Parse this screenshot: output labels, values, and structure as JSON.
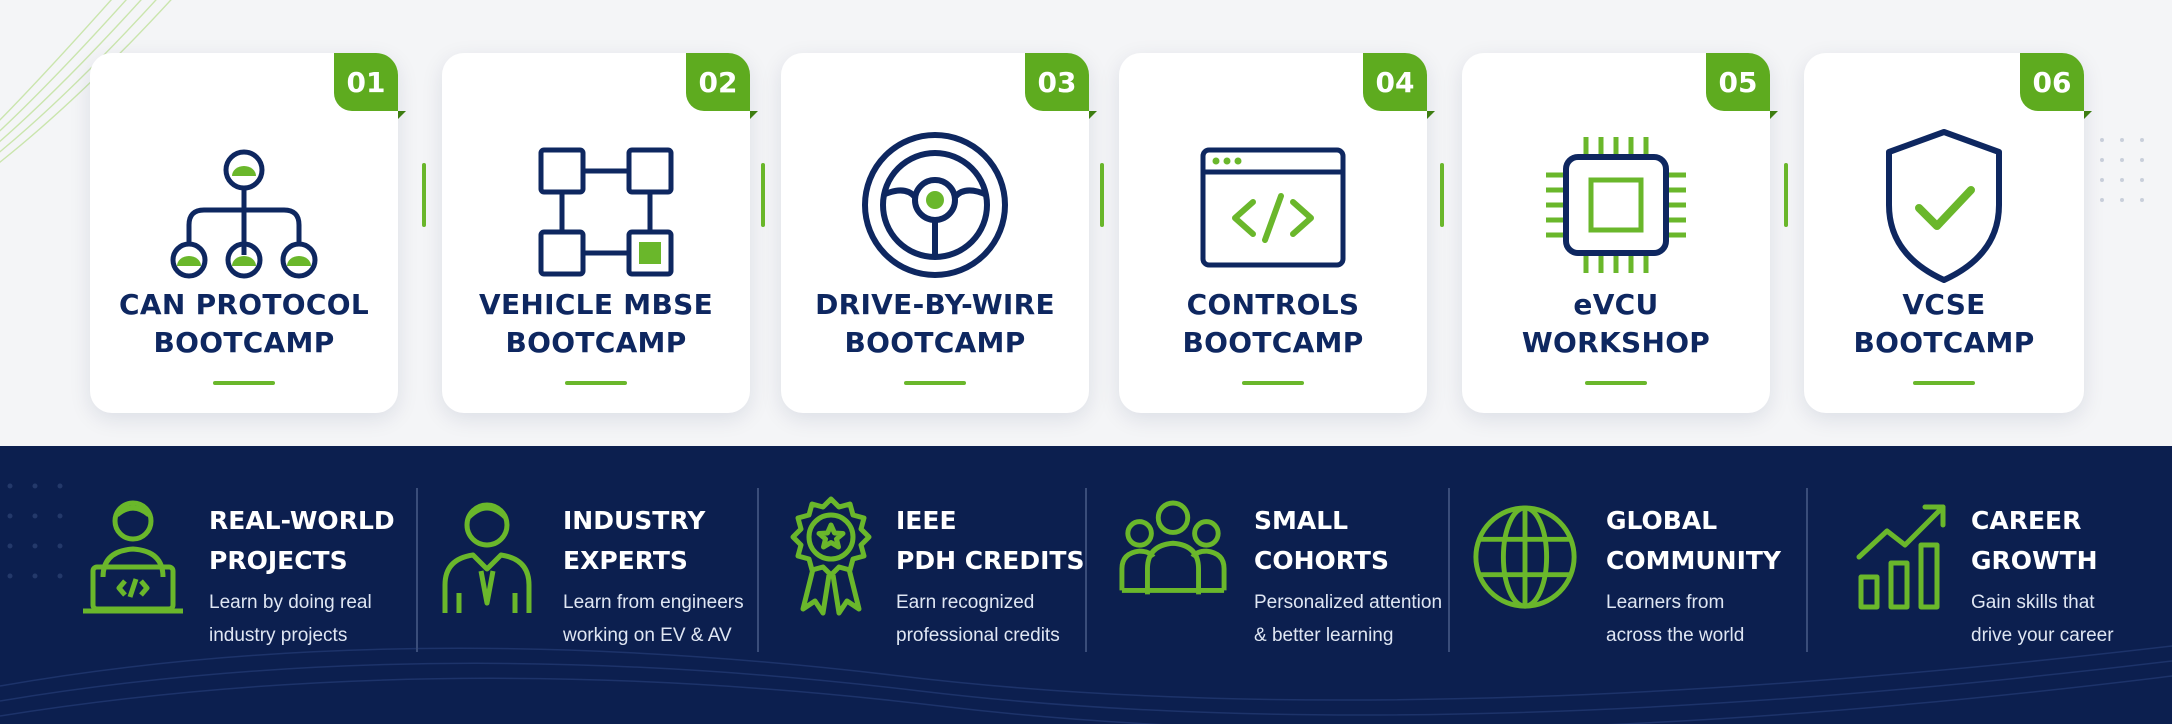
{
  "colors": {
    "navy": "#0e2760",
    "green": "#6ab72b",
    "dark_bg": "#0c1f4f"
  },
  "cards": [
    {
      "number": "01",
      "line1": "CAN PROTOCOL",
      "line2": "BOOTCAMP",
      "icon": "network-tree-icon"
    },
    {
      "number": "02",
      "line1": "VEHICLE MBSE",
      "line2": "BOOTCAMP",
      "icon": "block-diagram-icon"
    },
    {
      "number": "03",
      "line1": "DRIVE-BY-WIRE",
      "line2": "BOOTCAMP",
      "icon": "steering-wheel-icon"
    },
    {
      "number": "04",
      "line1": "CONTROLS",
      "line2": "BOOTCAMP",
      "icon": "code-window-icon"
    },
    {
      "number": "05",
      "line1": "eVCU",
      "line2": "WORKSHOP",
      "icon": "chip-icon"
    },
    {
      "number": "06",
      "line1": "VCSE",
      "line2": "BOOTCAMP",
      "icon": "shield-check-icon"
    }
  ],
  "features": [
    {
      "title1": "REAL-WORLD",
      "title2": "PROJECTS",
      "desc1": "Learn by doing real",
      "desc2": "industry projects",
      "icon": "person-laptop-icon"
    },
    {
      "title1": "INDUSTRY",
      "title2": "EXPERTS",
      "desc1": "Learn from engineers",
      "desc2": "working on EV & AV",
      "icon": "expert-person-icon"
    },
    {
      "title1": "IEEE",
      "title2": "PDH CREDITS",
      "desc1": "Earn recognized",
      "desc2": "professional credits",
      "icon": "award-ribbon-icon"
    },
    {
      "title1": "SMALL",
      "title2": "COHORTS",
      "desc1": "Personalized attention",
      "desc2": "& better learning",
      "icon": "group-icon"
    },
    {
      "title1": "GLOBAL",
      "title2": "COMMUNITY",
      "desc1": "Learners from",
      "desc2": "across the world",
      "icon": "globe-icon"
    },
    {
      "title1": "CAREER",
      "title2": "GROWTH",
      "desc1": "Gain skills that",
      "desc2": "drive your career",
      "icon": "growth-chart-icon"
    }
  ]
}
